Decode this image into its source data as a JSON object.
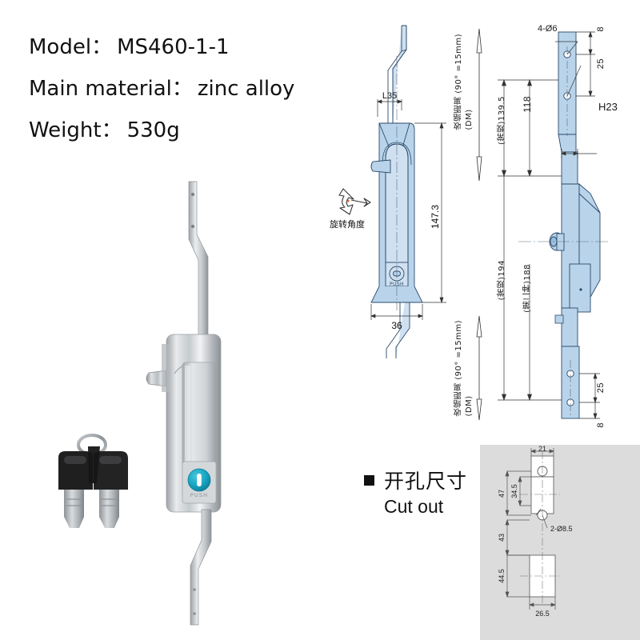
{
  "product": {
    "spec_lines": [
      {
        "label": "Model：",
        "value": "MS460-1-1"
      },
      {
        "label": "Main material：",
        "value": "zinc alloy"
      },
      {
        "label": "Weight：",
        "value": "530g"
      }
    ],
    "push_label": "PUSH",
    "button_color": "#19a9c6",
    "body_color": "#c9cdd0"
  },
  "drawing": {
    "fill_color": "#b9d4ea",
    "line_color": "#2b4a6b",
    "side_view": {
      "dim_width_top": "L35",
      "dim_height": "147.3",
      "dim_width_bottom": "36",
      "push_label": "PUSH"
    },
    "rotation_label": "旋转角度",
    "vertical_labels": {
      "retract_top": "收缩距离（90°=15mm）(DM)",
      "retract_top_line1": "收缩距离 (90° =15mm)",
      "retract_top_line2": "(DM)",
      "length_standard_top": "(常规)139.5",
      "length_standard_bottom": "(常规)194",
      "length_second_type": "(第二种)188",
      "retract_bottom_line1": "收缩距离 (90° =15mm)",
      "retract_bottom_line2": "(DM)"
    },
    "front_view": {
      "hole_callout": "4-Ø6",
      "dim_edge_top": "8",
      "dim_pitch_top": "25",
      "dim_118": "118",
      "dim_h23": "H23",
      "dim_pitch_bottom": "25",
      "dim_edge_bottom": "8"
    }
  },
  "cutout": {
    "heading_cn": "开孔尺寸",
    "heading_en": "Cut out",
    "panel_color": "#dcdcdc",
    "dims": {
      "width_top": "21",
      "height_47": "47",
      "height_34_5": "34.5",
      "hole_callout": "2-Ø8.5",
      "height_43": "43",
      "height_44_5": "44.5",
      "width_bottom": "26.5"
    }
  }
}
